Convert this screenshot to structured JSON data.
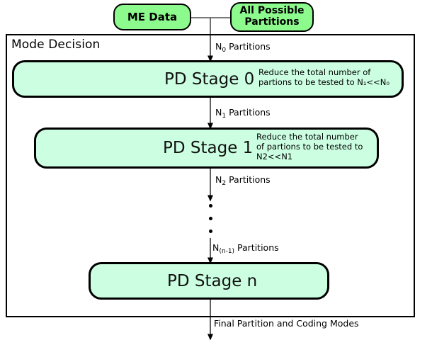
{
  "diagram": {
    "title": "Mode Decision multi-stage partition decision flowchart",
    "frame_label": "Mode Decision",
    "colors": {
      "source_box_fill": "#8dfa8d",
      "stage_box_fill": "#ccffe2",
      "stroke": "#000000",
      "background": "#ffffff"
    },
    "sources": [
      {
        "id": "me-data",
        "label": "ME Data"
      },
      {
        "id": "all-possible-partitions",
        "label": "All Possible Partitions"
      }
    ],
    "stages": [
      {
        "id": "pd-stage-0",
        "title": "PD Stage 0",
        "note_lines": [
          "Reduce the total number of",
          "partions to be tested to N₁<<N₀"
        ],
        "note_plain": "Reduce the total number of partions to be tested to N1<<N0"
      },
      {
        "id": "pd-stage-1",
        "title": "PD Stage 1",
        "note_lines": [
          "Reduce the total number",
          "of partions to be tested to",
          "N2<<N1"
        ],
        "note_plain": "Reduce the total number of partions to be tested to N2<<N1"
      },
      {
        "id": "pd-stage-n",
        "title": "PD Stage n",
        "note_lines": [],
        "note_plain": ""
      }
    ],
    "flow_labels": [
      {
        "id": "n0",
        "text": "N0 Partitions",
        "base": "N",
        "sub": "0",
        "suffix": " Partitions"
      },
      {
        "id": "n1",
        "text": "N1 Partitions",
        "base": "N",
        "sub": "1",
        "suffix": " Partitions"
      },
      {
        "id": "n2",
        "text": "N2 Partitions",
        "base": "N",
        "sub": "2",
        "suffix": " Partitions"
      },
      {
        "id": "nn1",
        "text": "N(n-1) Partitions",
        "base": "N",
        "sub": "(n-1)",
        "suffix": " Partitions"
      },
      {
        "id": "final",
        "text": "Final Partition and Coding Modes"
      }
    ],
    "ellipsis": {
      "dot_count": 3,
      "meaning": "additional intermediate PD stages"
    }
  }
}
